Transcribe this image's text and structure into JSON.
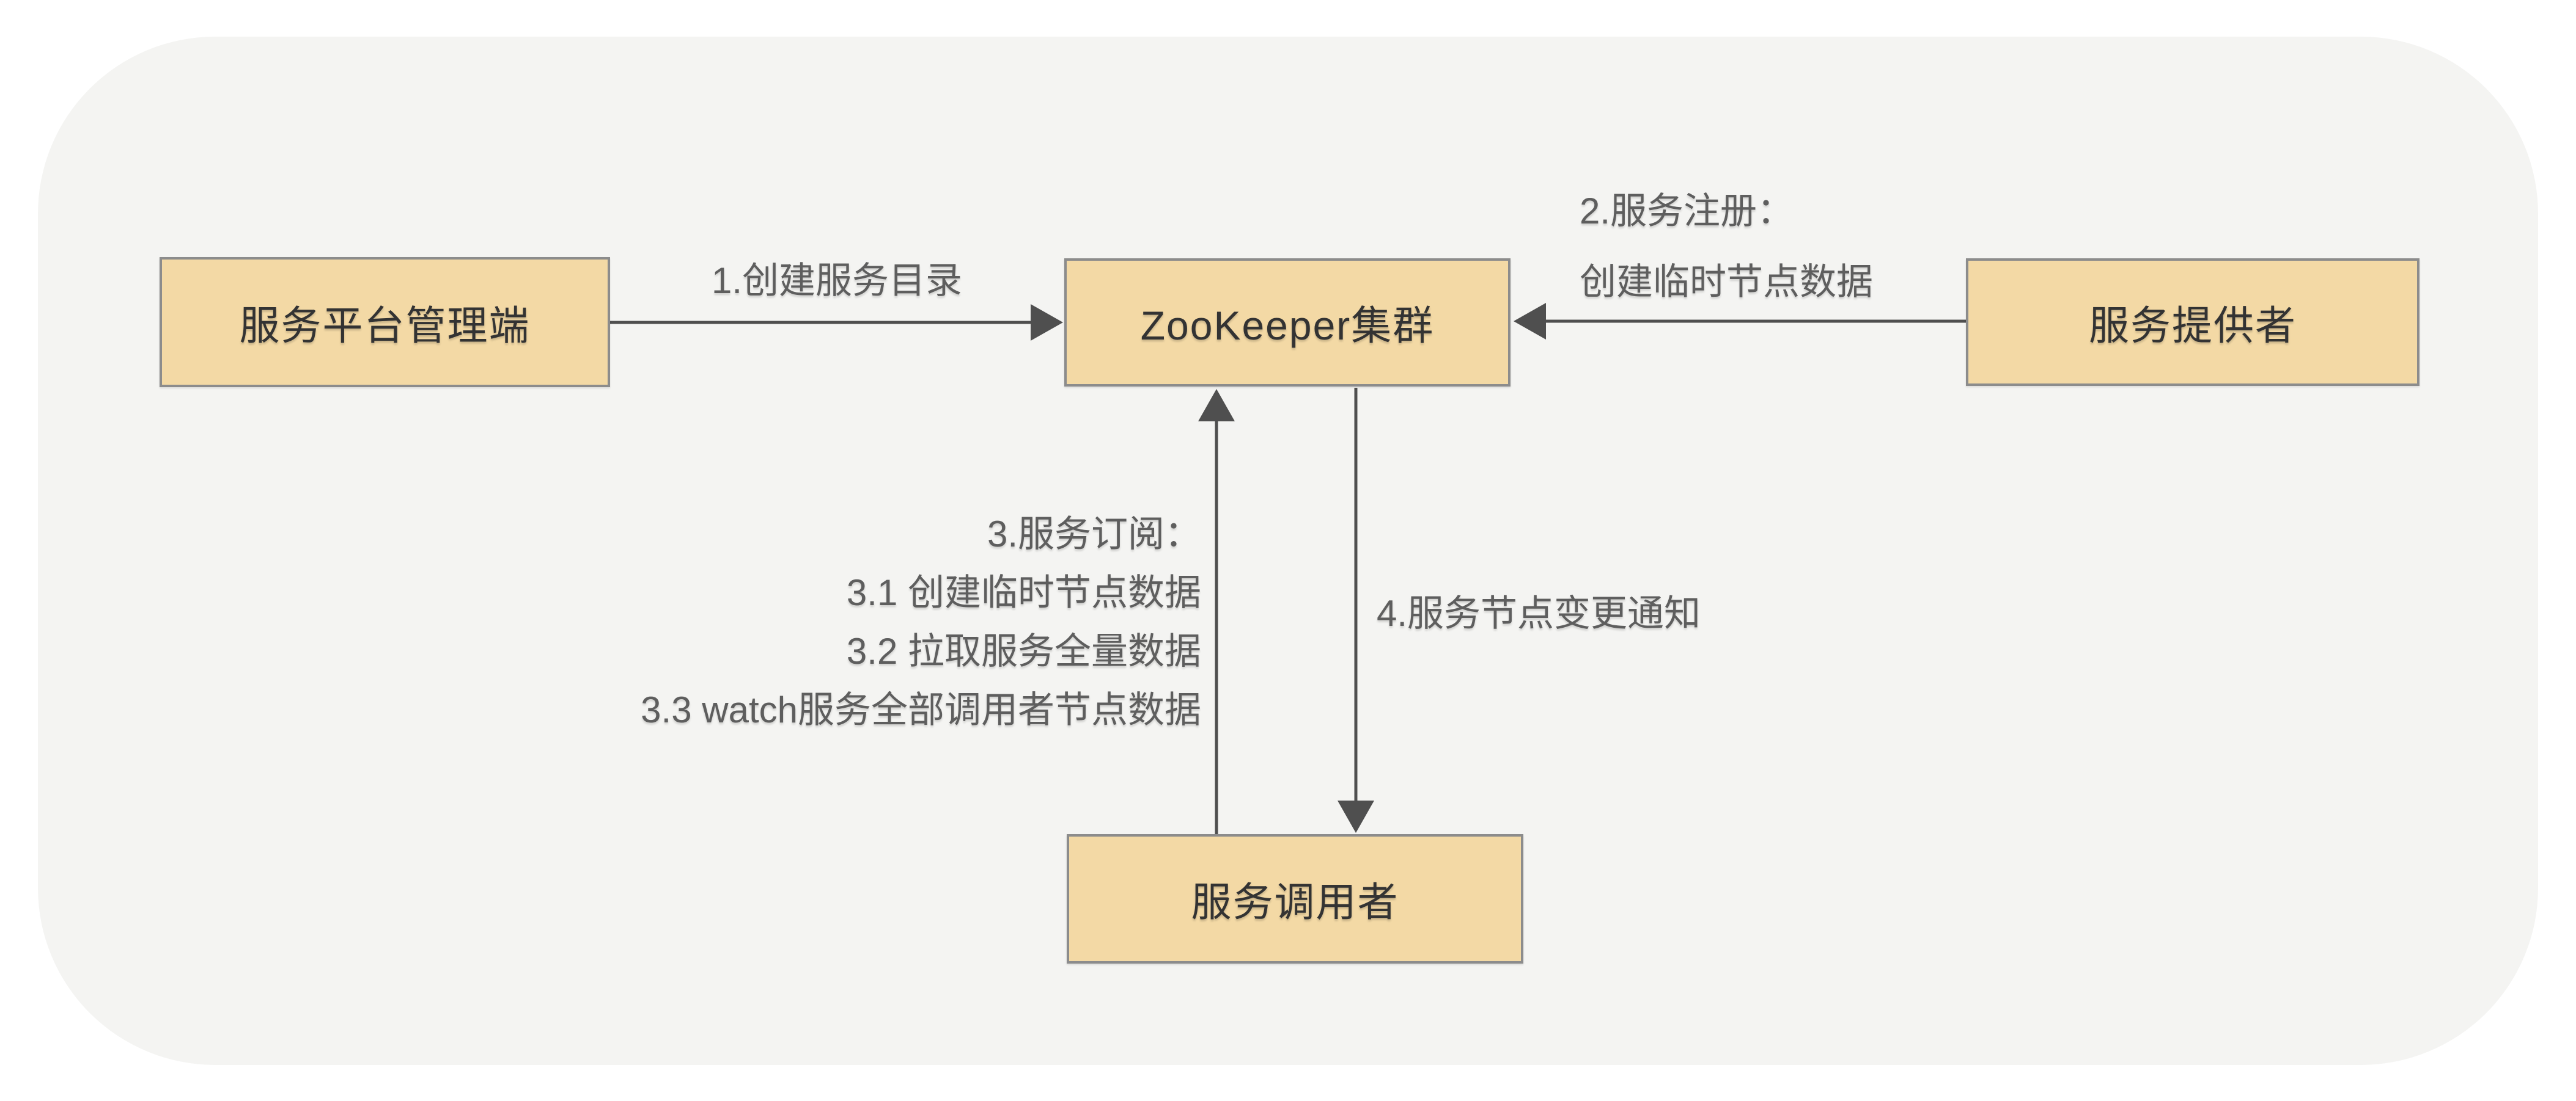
{
  "diagram": {
    "title": "ZooKeeper service registry flow",
    "colors": {
      "page_background": "#ffffff",
      "panel_background": "#f4f4f2",
      "node_fill": "#f3d9a5",
      "node_border": "#8c8c8c",
      "node_text": "#333333",
      "arrow": "#4f4f4f",
      "label_text": "#5e5e5e"
    },
    "nodes": [
      {
        "id": "service-platform-admin",
        "label": "服务平台管理端"
      },
      {
        "id": "zookeeper-cluster",
        "label": "ZooKeeper集群"
      },
      {
        "id": "service-provider",
        "label": "服务提供者"
      },
      {
        "id": "service-consumer",
        "label": "服务调用者"
      }
    ],
    "edges": [
      {
        "id": "edge-1",
        "from": "服务平台管理端",
        "to": "ZooKeeper集群",
        "label_lines": {
          "0": "1.创建服务目录"
        }
      },
      {
        "id": "edge-2",
        "from": "服务提供者",
        "to": "ZooKeeper集群",
        "label_lines": {
          "0": "2.服务注册：",
          "1": "创建临时节点数据"
        }
      },
      {
        "id": "edge-3",
        "from": "服务调用者",
        "to": "ZooKeeper集群",
        "label_lines": {
          "0": "3.服务订阅：",
          "1": "3.1 创建临时节点数据",
          "2": "3.2 拉取服务全量数据",
          "3": "3.3 watch服务全部调用者节点数据"
        }
      },
      {
        "id": "edge-4",
        "from": "ZooKeeper集群",
        "to": "服务调用者",
        "label_lines": {
          "0": "4.服务节点变更通知"
        }
      }
    ]
  }
}
